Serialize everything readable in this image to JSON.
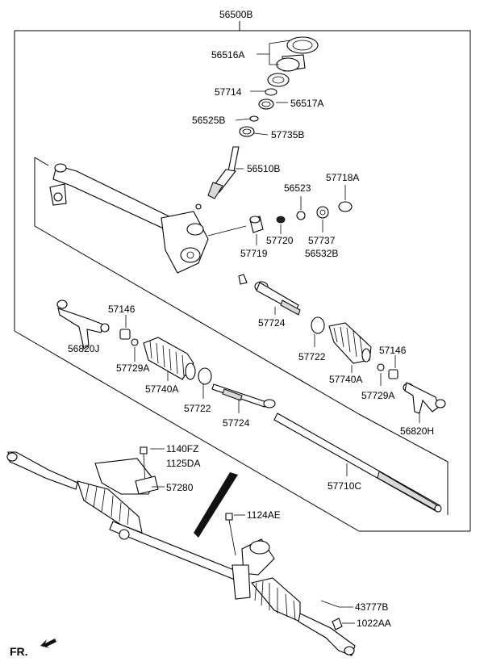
{
  "labels": {
    "p56500B": "56500B",
    "p56516A": "56516A",
    "p57714": "57714",
    "p56517A": "56517A",
    "p56525B": "56525B",
    "p57735B": "57735B",
    "p56510B": "56510B",
    "p56523": "56523",
    "p57718A": "57718A",
    "p57720": "57720",
    "p57737": "57737",
    "p57719": "57719",
    "p56532B": "56532B",
    "p57146_left": "57146",
    "p56820J": "56820J",
    "p57729A_left": "57729A",
    "p57740A_left": "57740A",
    "p57722_left": "57722",
    "p57724_left": "57724",
    "p57724_right": "57724",
    "p57722_right": "57722",
    "p57740A_right": "57740A",
    "p57146_right": "57146",
    "p57729A_right": "57729A",
    "p56820H": "56820H",
    "p57710C": "57710C",
    "p1140FZ": "1140FZ",
    "p1125DA": "1125DA",
    "p57280": "57280",
    "p1124AE": "1124AE",
    "p43777B": "43777B",
    "p1022AA": "1022AA",
    "fr": "FR."
  }
}
